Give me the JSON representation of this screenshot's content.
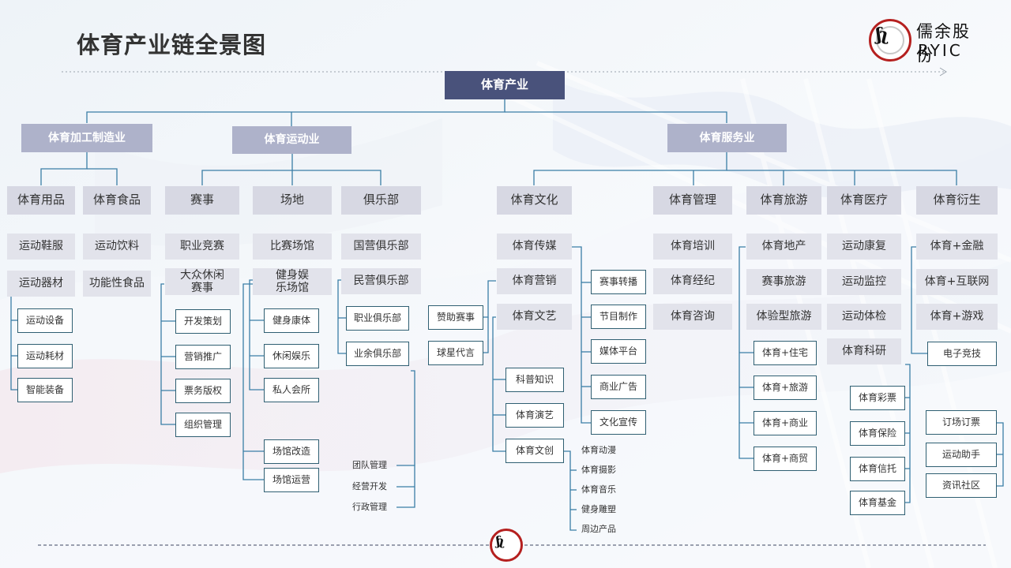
{
  "page": {
    "title": "体育产业链全景图"
  },
  "logo": {
    "mark": "ʃʅ",
    "cn_name": "儒余股份",
    "en_name": "RYIC"
  },
  "colors": {
    "root": "#49527b",
    "category": "#aeb2ca",
    "subcategory": "#d7d8e3",
    "connector": "#3a7ea6",
    "box_border": "#2f5f72",
    "logo_red": "#b5201f"
  },
  "nodes": {
    "root": "体育产业",
    "cat_manufacturing": "体育加工制造业",
    "cat_sports": "体育运动业",
    "cat_service": "体育服务业",
    "goods": "体育用品",
    "food": "体育食品",
    "events": "赛事",
    "venues": "场地",
    "clubs": "俱乐部",
    "culture": "体育文化",
    "management": "体育管理",
    "tourism": "体育旅游",
    "medical": "体育医疗",
    "derivative": "体育衍生",
    "goods_items": [
      "运动鞋服",
      "运动器材"
    ],
    "equipment_items": [
      "运动设备",
      "运动耗材",
      "智能装备"
    ],
    "food_items": [
      "运动饮料",
      "功能性食品"
    ],
    "events_items": [
      "职业竞赛",
      "大众休闲赛事"
    ],
    "events_sub_items": [
      "开发策划",
      "营销推广",
      "票务版权",
      "组织管理"
    ],
    "venues_items": [
      "比赛场馆",
      "健身娱乐场馆"
    ],
    "venues_sub_items": [
      "健身康体",
      "休闲娱乐",
      "私人会所"
    ],
    "venues_ops_items": [
      "场馆改造",
      "场馆运营"
    ],
    "clubs_items": [
      "国营俱乐部",
      "民营俱乐部"
    ],
    "clubs_sub_items": [
      "职业俱乐部",
      "业余俱乐部"
    ],
    "clubs_ops_items": [
      "团队管理",
      "经营开发",
      "行政管理"
    ],
    "culture_items": [
      "体育传媒",
      "体育营销",
      "体育文艺"
    ],
    "marketing_items": [
      "赞助赛事",
      "球星代言"
    ],
    "media_items": [
      "赛事转播",
      "节目制作",
      "媒体平台",
      "商业广告",
      "文化宣传"
    ],
    "arts_items": [
      "科普知识",
      "体育演艺",
      "体育文创"
    ],
    "creative_items": [
      "体育动漫",
      "体育摄影",
      "体育音乐",
      "健身雕塑",
      "周边产品"
    ],
    "management_items": [
      "体育培训",
      "体育经纪",
      "体育咨询"
    ],
    "tourism_items": [
      "体育地产",
      "赛事旅游",
      "体验型旅游"
    ],
    "tourism_sub_items": [
      "体育+住宅",
      "体育+旅游",
      "体育+商业",
      "体育+商贸"
    ],
    "medical_items": [
      "运动康复",
      "运动监控",
      "运动体检",
      "体育科研"
    ],
    "finance_items": [
      "体育彩票",
      "体育保险",
      "体育信托",
      "体育基金"
    ],
    "derivative_items": [
      "体育+金融",
      "体育+互联网",
      "体育+游戏"
    ],
    "esports_item": "电子竞技",
    "esports_sub_items": [
      "订场订票",
      "运动助手",
      "资讯社区"
    ]
  }
}
